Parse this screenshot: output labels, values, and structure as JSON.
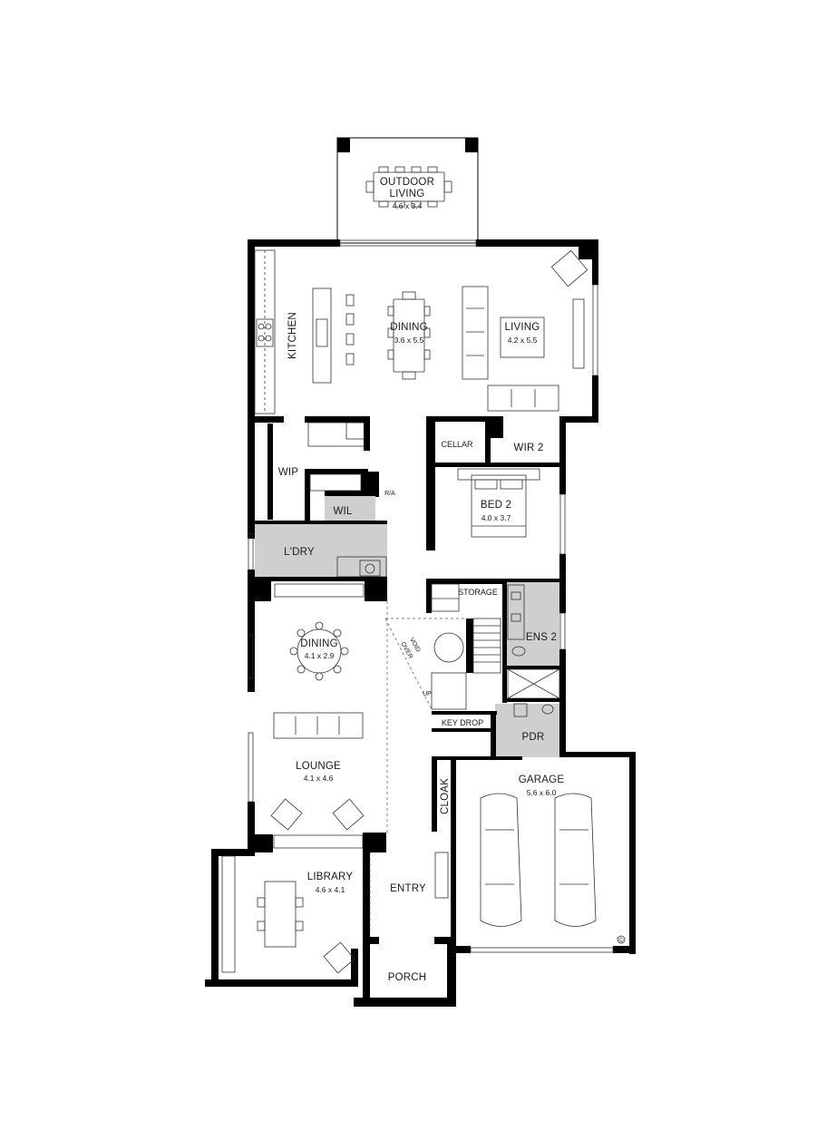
{
  "rooms": {
    "outdoor_living": {
      "name_line1": "OUTDOOR",
      "name_line2": "LIVING",
      "size": "4.6 x 3.4"
    },
    "kitchen": {
      "name": "KITCHEN"
    },
    "dining_main": {
      "name": "DINING",
      "size": "3.6 x 5.5"
    },
    "living": {
      "name": "LIVING",
      "size": "4.2 x 5.5"
    },
    "wip": {
      "name": "WIP"
    },
    "wil": {
      "name": "WIL"
    },
    "ldry": {
      "name": "L'DRY"
    },
    "cellar": {
      "name": "CELLAR"
    },
    "wir2": {
      "name": "WIR 2"
    },
    "bed2": {
      "name": "BED 2",
      "size": "4.0 x 3.7"
    },
    "storage": {
      "name": "STORAGE"
    },
    "ens2": {
      "name": "ENS 2"
    },
    "void_over": {
      "line1": "VOID",
      "line2": "OVER"
    },
    "ra": {
      "name": "R/A"
    },
    "up": {
      "name": "UP"
    },
    "dining2": {
      "name": "DINING",
      "size": "4.1 x 2.9"
    },
    "lounge": {
      "name": "LOUNGE",
      "size": "4.1 x 4.6"
    },
    "key_drop": {
      "name": "KEY DROP"
    },
    "pdr": {
      "name": "PDR"
    },
    "garage": {
      "name": "GARAGE",
      "size": "5.6 x 6.0"
    },
    "cloak": {
      "name": "CLOAK"
    },
    "library": {
      "name": "LIBRARY",
      "size": "4.6 x 4.1"
    },
    "entry": {
      "name": "ENTRY"
    },
    "porch": {
      "name": "PORCH"
    }
  },
  "copyright": "©"
}
